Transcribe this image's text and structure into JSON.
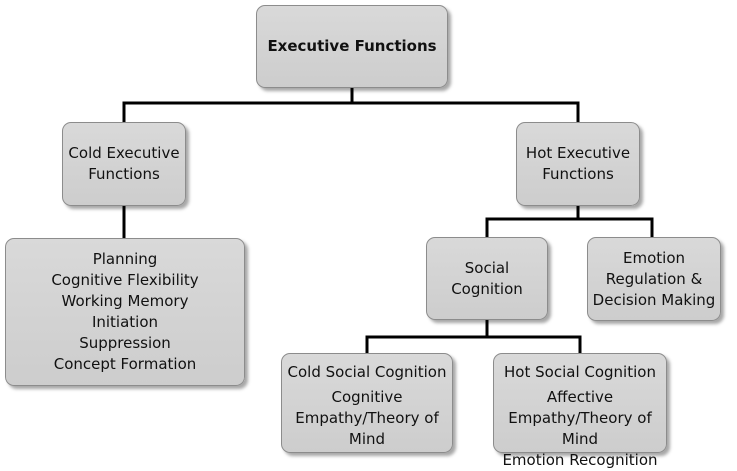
{
  "diagram": {
    "root": {
      "label": "Executive Functions"
    },
    "cold_ef": {
      "lines": [
        "Cold Executive",
        "Functions"
      ]
    },
    "hot_ef": {
      "lines": [
        "Hot Executive",
        "Functions"
      ]
    },
    "cold_list": {
      "lines": [
        "Planning",
        "Cognitive Flexibility",
        "Working Memory",
        "Initiation",
        "Suppression",
        "Concept Formation"
      ]
    },
    "social": {
      "lines": [
        "Social",
        "Cognition"
      ]
    },
    "emotion": {
      "lines": [
        "Emotion",
        "Regulation &",
        "Decision Making"
      ]
    },
    "cold_social": {
      "lines": [
        "Cold Social Cognition",
        "Cognitive",
        "Empathy/Theory of",
        "Mind"
      ]
    },
    "hot_social": {
      "lines": [
        "Hot Social Cognition",
        "Affective",
        "Empathy/Theory of Mind",
        "Emotion Recognition"
      ]
    }
  }
}
